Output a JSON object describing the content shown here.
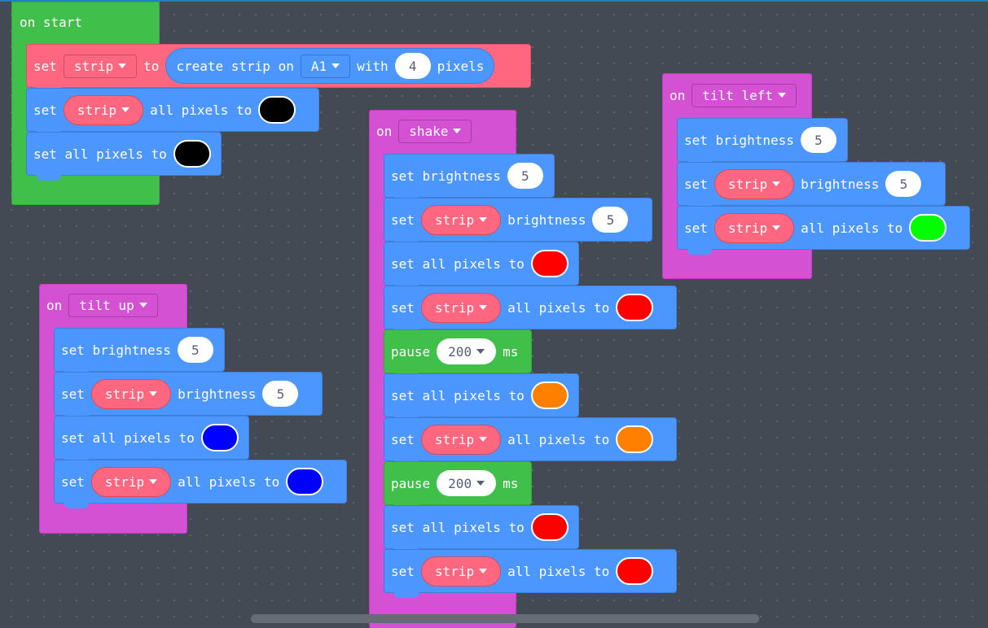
{
  "on_start": {
    "hat": "on start",
    "set_kw": "set",
    "strip_var": "strip",
    "to_kw": "to",
    "create_label": "create strip on",
    "pin": "A1",
    "with_kw": "with",
    "pixel_count": "4",
    "pixels_kw": "pixels",
    "set_strip_pixels_pre": "set",
    "set_strip_pixels_post": "all pixels to",
    "set_all_pixels": "set all pixels to",
    "colors": [
      "#000000",
      "#000000"
    ]
  },
  "tilt_up": {
    "on_kw": "on",
    "event": "tilt up",
    "set_brightness": "set brightness",
    "brightness_value": "5",
    "set_kw": "set",
    "strip_var": "strip",
    "brightness_kw": "brightness",
    "strip_brightness_value": "5",
    "set_all_pixels": "set all pixels to",
    "all_pixels_to": "all pixels to",
    "colors": [
      "#0000ff",
      "#0000ff"
    ]
  },
  "shake": {
    "on_kw": "on",
    "event": "shake",
    "set_brightness": "set brightness",
    "brightness_value": "5",
    "set_kw": "set",
    "strip_var": "strip",
    "brightness_kw": "brightness",
    "strip_brightness_value": "5",
    "set_all_pixels": "set all pixels to",
    "all_pixels_to": "all pixels to",
    "pause_kw": "pause",
    "pause_value": "200",
    "ms_kw": "ms",
    "colors": [
      "#ff0000",
      "#ff0000",
      "#ff8000",
      "#ff8000",
      "#ff0000",
      "#ff0000"
    ]
  },
  "tilt_left": {
    "on_kw": "on",
    "event": "tilt left",
    "set_brightness": "set brightness",
    "brightness_value": "5",
    "set_kw": "set",
    "strip_var": "strip",
    "brightness_kw": "brightness",
    "strip_brightness_value": "5",
    "all_pixels_to": "all pixels to",
    "colors": [
      "#00ff00"
    ]
  },
  "theme": {
    "event_magenta": "#d451d4",
    "loops_green": "#40bf4a",
    "light_blue": "#4c97ff",
    "variable_rose": "#ff6680"
  }
}
